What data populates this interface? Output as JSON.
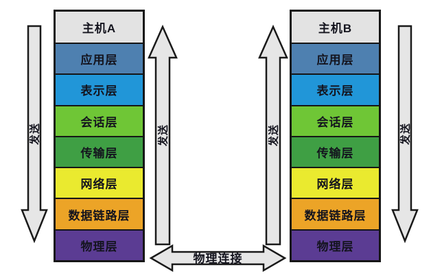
{
  "diagram": {
    "background": "#ffffff",
    "text_color": "#14141e",
    "hosts": [
      {
        "title": "主机A"
      },
      {
        "title": "主机B"
      }
    ],
    "host_header_bg": "#e3e3e3",
    "layers": [
      {
        "label": "应用层",
        "color": "#4e80b0"
      },
      {
        "label": "表示层",
        "color": "#2196d8"
      },
      {
        "label": "会话层",
        "color": "#6fc636"
      },
      {
        "label": "传输层",
        "color": "#3f9f44"
      },
      {
        "label": "网络层",
        "color": "#eaea2f"
      },
      {
        "label": "数据链路层",
        "color": "#eca427"
      },
      {
        "label": "物理层",
        "color": "#5b3c93"
      }
    ],
    "arrows": {
      "send_label": "发送",
      "fill": "#e6e6e6",
      "stroke": "#1a1a1a",
      "left_outer_direction": "down",
      "middle_left_direction": "up",
      "middle_right_direction": "up",
      "right_outer_direction": "down"
    },
    "physical_link_label": "物理连接"
  }
}
